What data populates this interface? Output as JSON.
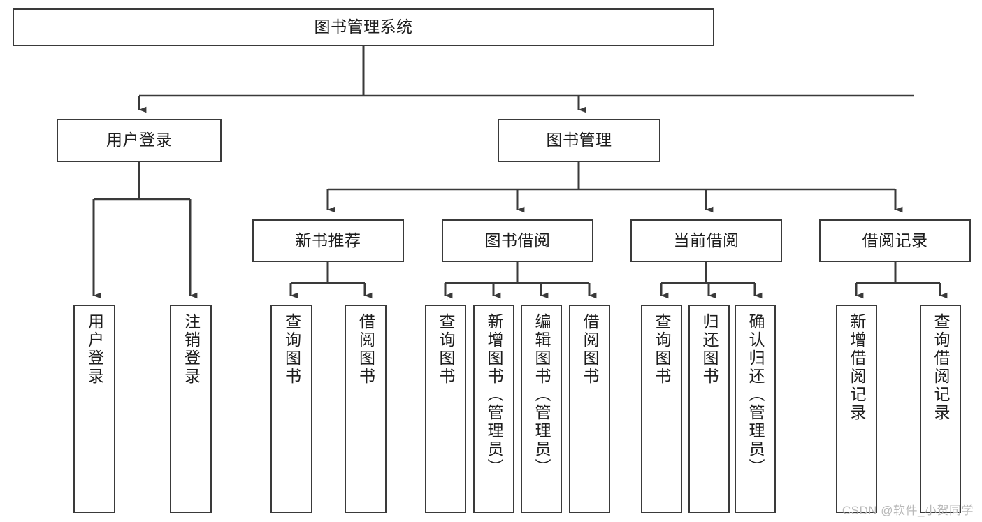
{
  "diagram": {
    "type": "tree-hierarchy",
    "title": "图书管理系统",
    "watermark": "CSDN @软件_小贺同学",
    "line_color": "#3a3a3a",
    "box_fill": "#ffffff",
    "text_color": "#1d1d1d",
    "levels": {
      "level0": [
        {
          "id": "root",
          "label": "图书管理系统",
          "orientation": "horizontal"
        }
      ],
      "level1": [
        {
          "id": "user-login",
          "label": "用户登录",
          "orientation": "horizontal"
        },
        {
          "id": "book-manage",
          "label": "图书管理",
          "orientation": "horizontal"
        }
      ],
      "level2": [
        {
          "id": "new-book-recommend",
          "label": "新书推荐",
          "orientation": "horizontal",
          "parent": "book-manage"
        },
        {
          "id": "book-borrow",
          "label": "图书借阅",
          "orientation": "horizontal",
          "parent": "book-manage"
        },
        {
          "id": "current-borrow",
          "label": "当前借阅",
          "orientation": "horizontal",
          "parent": "book-manage"
        },
        {
          "id": "borrow-record",
          "label": "借阅记录",
          "orientation": "horizontal",
          "parent": "book-manage"
        }
      ],
      "level3": [
        {
          "id": "leaf-user-login",
          "label": "用户登录",
          "orientation": "vertical",
          "parent": "user-login"
        },
        {
          "id": "leaf-logout",
          "label": "注销登录",
          "orientation": "vertical",
          "parent": "user-login"
        },
        {
          "id": "leaf-query-book-1",
          "label": "查询图书",
          "orientation": "vertical",
          "parent": "new-book-recommend"
        },
        {
          "id": "leaf-borrow-book-1",
          "label": "借阅图书",
          "orientation": "vertical",
          "parent": "new-book-recommend"
        },
        {
          "id": "leaf-query-book-2",
          "label": "查询图书",
          "orientation": "vertical",
          "parent": "book-borrow"
        },
        {
          "id": "leaf-add-book",
          "label": "新增图书（管理员）",
          "orientation": "vertical",
          "parent": "book-borrow"
        },
        {
          "id": "leaf-edit-book",
          "label": "编辑图书（管理员）",
          "orientation": "vertical",
          "parent": "book-borrow"
        },
        {
          "id": "leaf-borrow-book-2",
          "label": "借阅图书",
          "orientation": "vertical",
          "parent": "book-borrow"
        },
        {
          "id": "leaf-query-book-3",
          "label": "查询图书",
          "orientation": "vertical",
          "parent": "current-borrow"
        },
        {
          "id": "leaf-return-book",
          "label": "归还图书",
          "orientation": "vertical",
          "parent": "current-borrow"
        },
        {
          "id": "leaf-confirm-return",
          "label": "确认归还（管理员）",
          "orientation": "vertical",
          "parent": "current-borrow"
        },
        {
          "id": "leaf-add-record",
          "label": "新增借阅记录",
          "orientation": "vertical",
          "parent": "borrow-record"
        },
        {
          "id": "leaf-query-record",
          "label": "查询借阅记录",
          "orientation": "vertical",
          "parent": "borrow-record"
        }
      ]
    }
  }
}
